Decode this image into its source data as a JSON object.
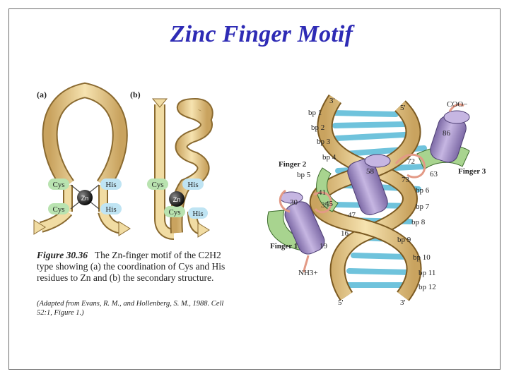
{
  "title": "Zinc Finger Motif",
  "panel_a": {
    "label": "(a)",
    "cys_top": "Cys",
    "his_top": "His",
    "cys_bottom": "Cys",
    "his_bottom": "His",
    "zn": "Zn"
  },
  "panel_b": {
    "label": "(b)",
    "cys_top": "Cys",
    "his_top": "His",
    "cys_bottom": "Cys",
    "his_bottom": "His",
    "zn": "Zn"
  },
  "caption": {
    "figure_label": "Figure 30.36",
    "text": "The Zn-finger motif of the C2H2 type showing (a) the coordination of Cys and His residues to Zn and (b) the secondary structure.",
    "credit": "(Adapted from Evans, R. M., and Hollenberg, S. M., 1988. Cell 52:1, Figure 1.)"
  },
  "dna_figure": {
    "strand_top_3": "3'",
    "strand_top_5": "5'",
    "strand_bottom_5": "5'",
    "strand_bottom_3": "3'",
    "coo": "COO−",
    "nh3": "NH3+",
    "base_pairs": [
      "bp 1",
      "bp 2",
      "bp 3",
      "bp 4",
      "bp 5",
      "bp 6",
      "bp 7",
      "bp 8",
      "bp 9",
      "bp 10",
      "bp 11",
      "bp 12"
    ],
    "fingers": [
      "Finger 1",
      "Finger 2",
      "Finger 3"
    ],
    "residues": [
      "86",
      "72",
      "73",
      "63",
      "58",
      "41",
      "45",
      "30",
      "35",
      "47",
      "16",
      "19"
    ]
  }
}
